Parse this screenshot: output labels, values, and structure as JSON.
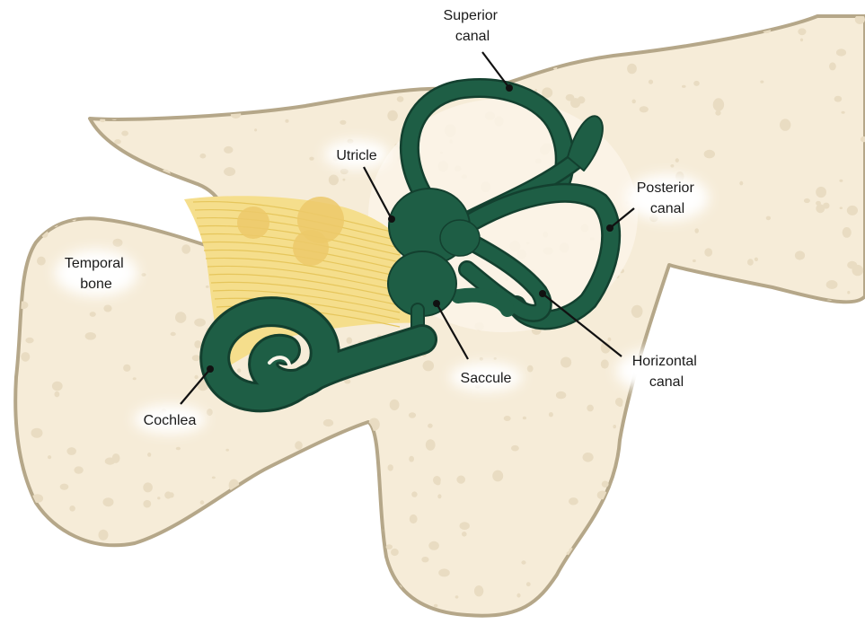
{
  "colors": {
    "bone_fill": "#f6ecd8",
    "bone_outline": "#b5a789",
    "bone_speckle": "#e9dcc2",
    "labyrinth": "#1e5e45",
    "labyrinth_outline": "#13402f",
    "nerve": "#f5de8c",
    "nerve_line": "#e6c65c",
    "label_halo": "#ffffff"
  },
  "labels": {
    "superior_canal": [
      "Superior",
      "canal"
    ],
    "posterior_canal": [
      "Posterior",
      "canal"
    ],
    "horizontal_canal": [
      "Horizontal",
      "canal"
    ],
    "utricle": [
      "Utricle"
    ],
    "saccule": [
      "Saccule"
    ],
    "cochlea": [
      "Cochlea"
    ],
    "temporal_bone": [
      "Temporal",
      "bone"
    ]
  }
}
